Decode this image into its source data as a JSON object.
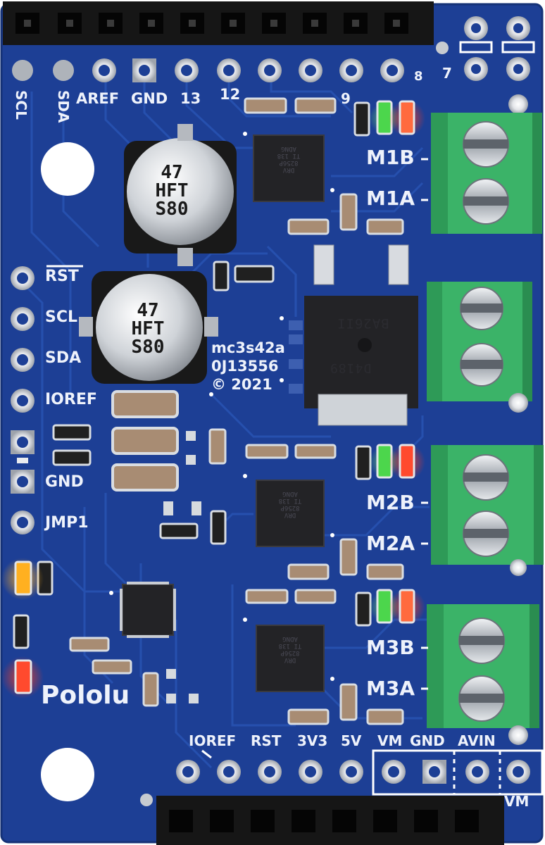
{
  "header_labels": [
    "SCL",
    "SDA",
    "AREF",
    "GND",
    "13",
    "12",
    "9",
    "8",
    "7"
  ],
  "left_labels": [
    "RST",
    "SCL",
    "SDA",
    "IOREF",
    "GND",
    "JMP1"
  ],
  "motor_labels": [
    "M1B",
    "M1A",
    "M2B",
    "M2A",
    "M3B",
    "M3A"
  ],
  "bottom_labels": [
    "IOREF",
    "RST",
    "3V3",
    "5V",
    "VM",
    "GND",
    "AVIN",
    "VM"
  ],
  "board_info": {
    "line1": "mc3s42a",
    "line2": "0J13556",
    "line3": "© 2021"
  },
  "brand": "Pololu",
  "capacitors": [
    {
      "line1": "47",
      "line2": "HFT",
      "line3": "S80"
    },
    {
      "line1": "47",
      "line2": "HFT",
      "line3": "S80"
    }
  ],
  "driver_chip": {
    "line1": "DRV",
    "line2": "8256P",
    "line3": "TI 138",
    "line4": "ADNG"
  },
  "regulator_marks": {
    "top": "BA26II",
    "bottom": "D4189"
  },
  "colors": {
    "pcb": "#1d3f95",
    "terminal": "#3bb368",
    "header": "#161616",
    "led_green": "#4cd64c",
    "led_red": "#ff4a2e",
    "led_yellow": "#ffb020"
  }
}
